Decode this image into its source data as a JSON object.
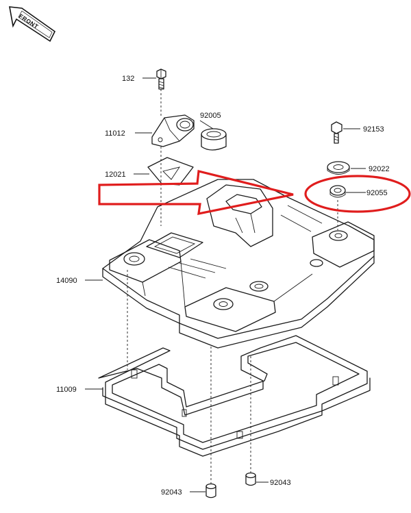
{
  "front_label": "FRONT",
  "part_labels": [
    {
      "id": "132",
      "text": "132"
    },
    {
      "id": "92005",
      "text": "92005"
    },
    {
      "id": "11012",
      "text": "11012"
    },
    {
      "id": "92153",
      "text": "92153"
    },
    {
      "id": "12021",
      "text": "12021"
    },
    {
      "id": "92022",
      "text": "92022"
    },
    {
      "id": "92055",
      "text": "92055"
    },
    {
      "id": "14090",
      "text": "14090"
    },
    {
      "id": "11009",
      "text": "11009"
    },
    {
      "id": "92043a",
      "text": "92043"
    },
    {
      "id": "92043b",
      "text": "92043"
    }
  ],
  "highlight": {
    "part": "92055",
    "color": "#e01d1d"
  },
  "colors": {
    "line": "#1a1a1a",
    "highlight": "#e01d1d",
    "background": "#ffffff"
  }
}
